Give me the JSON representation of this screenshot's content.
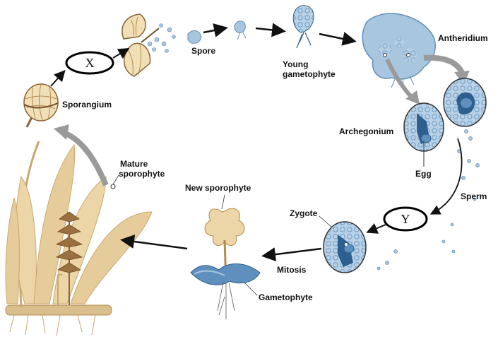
{
  "labels": {
    "x_marker": "X",
    "y_marker": "Y",
    "spore": "Spore",
    "young_gametophyte_1": "Young",
    "young_gametophyte_2": "gametophyte",
    "antheridium": "Antheridium",
    "archegonium": "Archegonium",
    "egg": "Egg",
    "sperm": "Sperm",
    "zygote": "Zygote",
    "mitosis": "Mitosis",
    "gametophyte": "Gametophyte",
    "new_sporophyte": "New sporophyte",
    "mature_sporophyte_1": "Mature",
    "mature_sporophyte_2": "sporophyte",
    "sporangium": "Sporangium"
  },
  "colors": {
    "tan": "#e6cc9a",
    "tan_dark": "#b48a4e",
    "brown": "#8a6233",
    "blue_light": "#a9c6df",
    "blue": "#5f8fbd",
    "blue_dark": "#2d5f8f",
    "arrow_black": "#111111",
    "arrow_gray": "#9a9a9a"
  }
}
